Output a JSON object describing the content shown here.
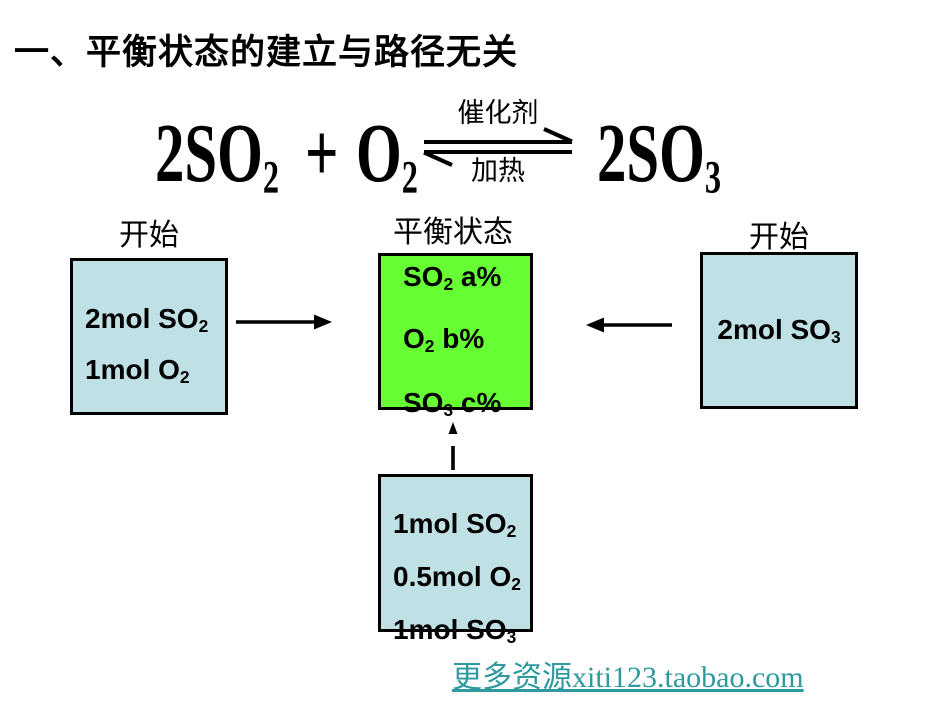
{
  "title": "一、平衡状态的建立与路径无关",
  "equation": {
    "reactant1": {
      "pre": "2SO",
      "sub": "2"
    },
    "plus": "+",
    "reactant2": {
      "pre": "O",
      "sub": "2"
    },
    "condition_top": "催化剂",
    "condition_bottom": "加热",
    "product": {
      "pre": "2SO",
      "sub": "3"
    }
  },
  "labels": {
    "start_left": "开始",
    "equilibrium": "平衡状态",
    "start_right": "开始"
  },
  "boxes": {
    "initial_left": {
      "lines": [
        {
          "pre": "2mol SO",
          "sub": "2"
        },
        {
          "pre": "1mol O",
          "sub": "2"
        }
      ]
    },
    "equilibrium": {
      "lines": [
        {
          "pre": "SO",
          "sub": "2",
          "post": " a%"
        },
        {
          "pre": "O",
          "sub": "2",
          "post": " b%"
        },
        {
          "pre": "SO",
          "sub": "3",
          "post": " c%"
        }
      ]
    },
    "initial_right": {
      "lines": [
        {
          "pre": "2mol SO",
          "sub": "3"
        }
      ]
    },
    "intermediate": {
      "lines": [
        {
          "pre": "1mol SO",
          "sub": "2"
        },
        {
          "pre": "0.5mol O",
          "sub": "2"
        },
        {
          "pre": "1mol SO",
          "sub": "3"
        }
      ]
    }
  },
  "footer": {
    "link_text": "更多资源xiti123.taobao.com"
  },
  "colors": {
    "box_blue": "#bfe0e4",
    "box_green": "#66ff33",
    "link_teal": "#2e9aa0",
    "border_black": "#000000"
  }
}
